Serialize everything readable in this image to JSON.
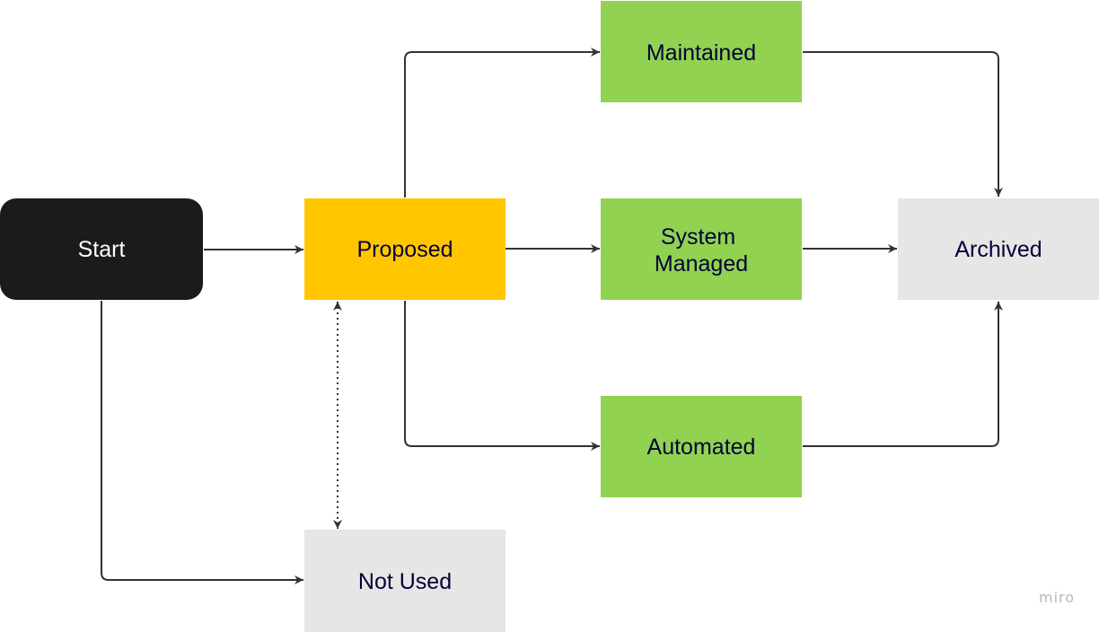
{
  "diagram": {
    "nodes": {
      "start": {
        "label": "Start"
      },
      "proposed": {
        "label": "Proposed"
      },
      "maintained": {
        "label": "Maintained"
      },
      "system_managed": {
        "label_line1": "System",
        "label_line2": "Managed"
      },
      "automated": {
        "label": "Automated"
      },
      "archived": {
        "label": "Archived"
      },
      "not_used": {
        "label": "Not Used"
      }
    },
    "edges": [
      {
        "from": "start",
        "to": "proposed"
      },
      {
        "from": "start",
        "to": "not_used"
      },
      {
        "from": "proposed",
        "to": "maintained"
      },
      {
        "from": "proposed",
        "to": "system_managed"
      },
      {
        "from": "proposed",
        "to": "automated"
      },
      {
        "from": "proposed",
        "to": "not_used",
        "style": "dotted",
        "bidirectional": true
      },
      {
        "from": "maintained",
        "to": "archived"
      },
      {
        "from": "system_managed",
        "to": "archived"
      },
      {
        "from": "automated",
        "to": "archived"
      }
    ],
    "colors": {
      "start": "#1b1b1b",
      "proposed": "#ffc600",
      "active": "#91d250",
      "inactive": "#e6e6e6",
      "edge": "#333333",
      "label_dark": "#050038",
      "label_light": "#ffffff"
    }
  },
  "watermark": {
    "text": "miro"
  }
}
